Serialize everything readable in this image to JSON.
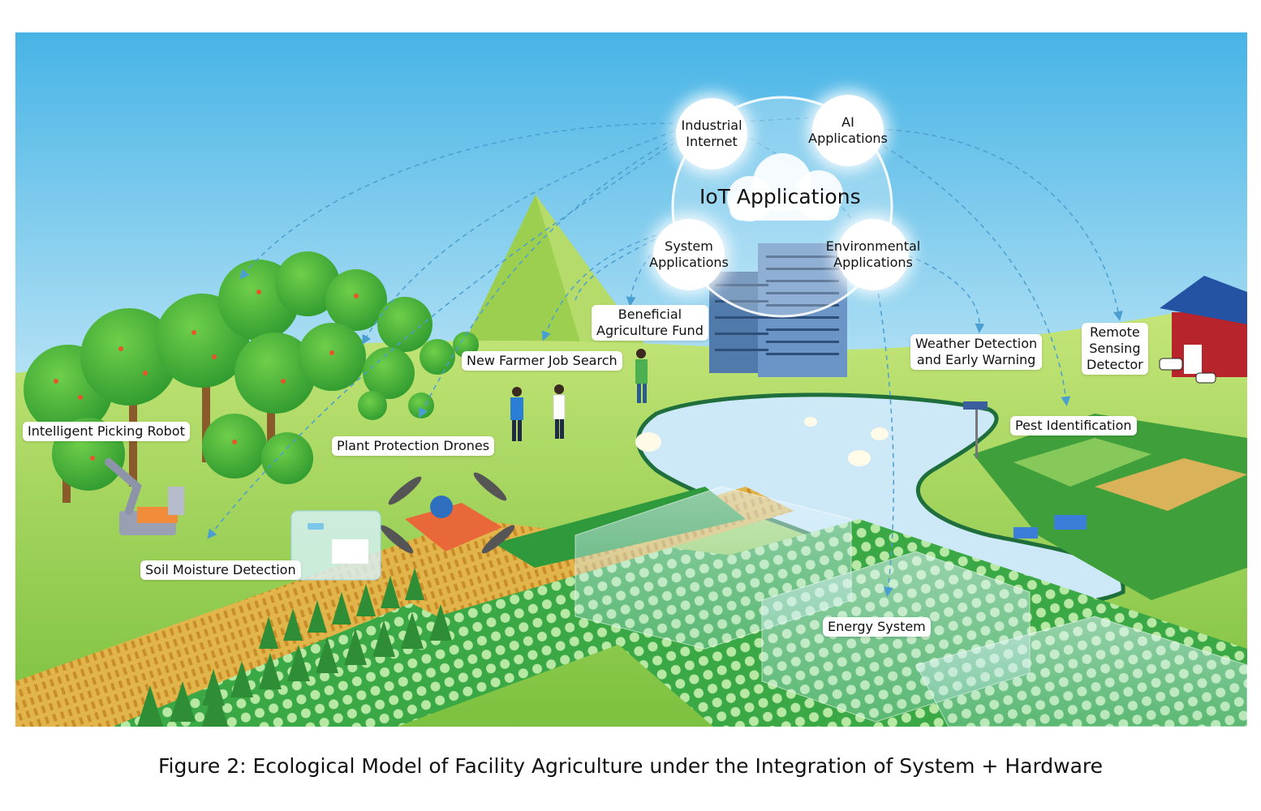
{
  "hub": {
    "title": "IoT Applications",
    "bubbles": {
      "industrial_internet": "Industrial\nInternet",
      "ai_applications": "AI\nApplications",
      "system_applications": "System\nApplications",
      "environmental_applications": "Environmental\nApplications"
    }
  },
  "labels": {
    "beneficial_fund": "Beneficial\nAgriculture Fund",
    "new_farmer_job": "New Farmer Job Search",
    "weather_detection": "Weather Detection\nand Early Warning",
    "remote_sensing": "Remote\nSensing\nDetector",
    "picking_robot": "Intelligent Picking Robot",
    "plant_drones": "Plant Protection Drones",
    "pest_identification": "Pest Identification",
    "soil_moisture": "Soil Moisture Detection",
    "energy_system": "Energy System"
  },
  "caption": "Figure 2: Ecological Model of Facility Agriculture under the Integration of System + Hardware",
  "colors": {
    "sky_top": "#4db8e8",
    "sky_bottom": "#dff3fb",
    "grass": "#a8d84a",
    "field_dark": "#2e9a3c",
    "lake": "#cfe9f7",
    "arrow": "#4a9fd0",
    "building": "#5b86b8"
  }
}
